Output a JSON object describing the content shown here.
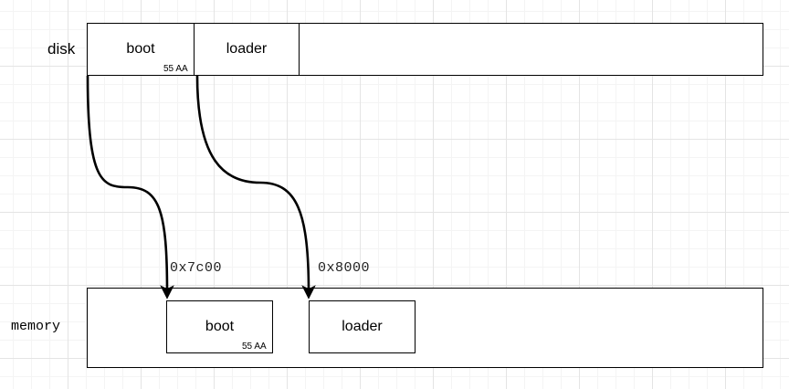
{
  "disk": {
    "label": "disk",
    "boot": {
      "label": "boot",
      "signature": "55 AA"
    },
    "loader": {
      "label": "loader"
    }
  },
  "memory": {
    "label": "memory",
    "boot": {
      "label": "boot",
      "signature": "55 AA",
      "address": "0x7c00"
    },
    "loader": {
      "label": "loader",
      "address": "0x8000"
    }
  }
}
